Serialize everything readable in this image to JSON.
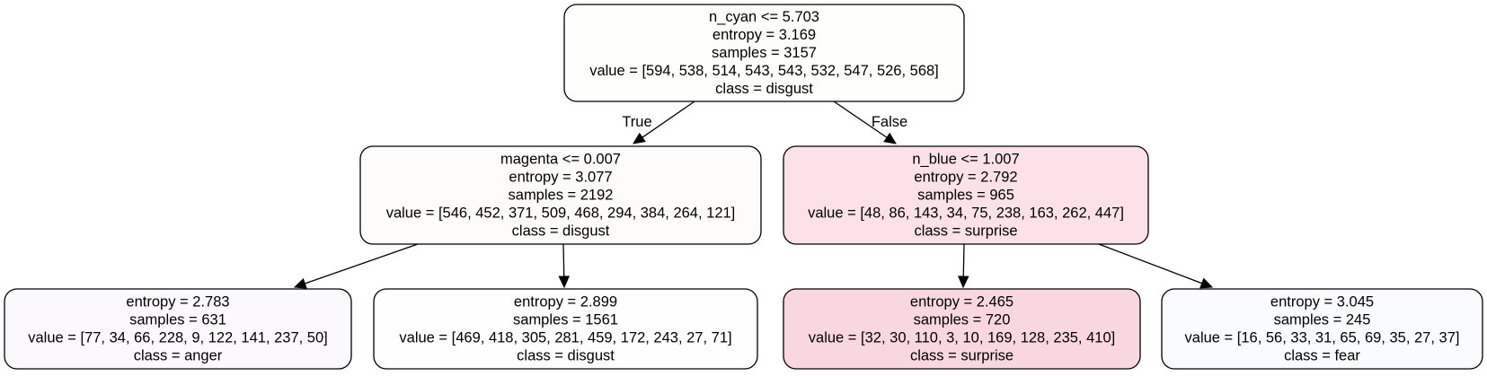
{
  "tree": {
    "nodes": [
      {
        "id": "root",
        "fill": "#fefefc",
        "lines": [
          "n_cyan <= 5.703",
          "entropy = 3.169",
          "samples = 3157",
          "value = [594, 538, 514, 543, 543, 532, 547, 526, 568]",
          "class = disgust"
        ]
      },
      {
        "id": "left",
        "fill": "#fdfcfa",
        "lines": [
          "magenta <= 0.007",
          "entropy = 3.077",
          "samples = 2192",
          "value = [546, 452, 371, 509, 468, 294, 384, 264, 121]",
          "class = disgust"
        ]
      },
      {
        "id": "right",
        "fill": "#fce1e8",
        "lines": [
          "n_blue <= 1.007",
          "entropy = 2.792",
          "samples = 965",
          "value = [48, 86, 143, 34, 75, 238, 163, 262, 447]",
          "class = surprise"
        ]
      },
      {
        "id": "leaf-1",
        "fill": "#fcf9fe",
        "lines": [
          "entropy = 2.783",
          "samples = 631",
          "value = [77, 34, 66, 228, 9, 122, 141, 237, 50]",
          "class = anger"
        ]
      },
      {
        "id": "leaf-2",
        "fill": "#fefefe",
        "lines": [
          "entropy = 2.899",
          "samples = 1561",
          "value = [469, 418, 305, 281, 459, 172, 243, 27, 71]",
          "class = disgust"
        ]
      },
      {
        "id": "leaf-3",
        "fill": "#f9d7df",
        "lines": [
          "entropy = 2.465",
          "samples = 720",
          "value = [32, 30, 110, 3, 10, 169, 128, 235, 410]",
          "class = surprise"
        ]
      },
      {
        "id": "leaf-4",
        "fill": "#f9fbfe",
        "lines": [
          "entropy = 3.045",
          "samples = 245",
          "value = [16, 56, 33, 31, 65, 69, 35, 27, 37]",
          "class = fear"
        ]
      }
    ],
    "edges": [
      {
        "from": "root",
        "to": "left",
        "label": "True"
      },
      {
        "from": "root",
        "to": "right",
        "label": "False"
      },
      {
        "from": "left",
        "to": "leaf-1",
        "label": ""
      },
      {
        "from": "left",
        "to": "leaf-2",
        "label": ""
      },
      {
        "from": "right",
        "to": "leaf-3",
        "label": ""
      },
      {
        "from": "right",
        "to": "leaf-4",
        "label": ""
      }
    ]
  }
}
